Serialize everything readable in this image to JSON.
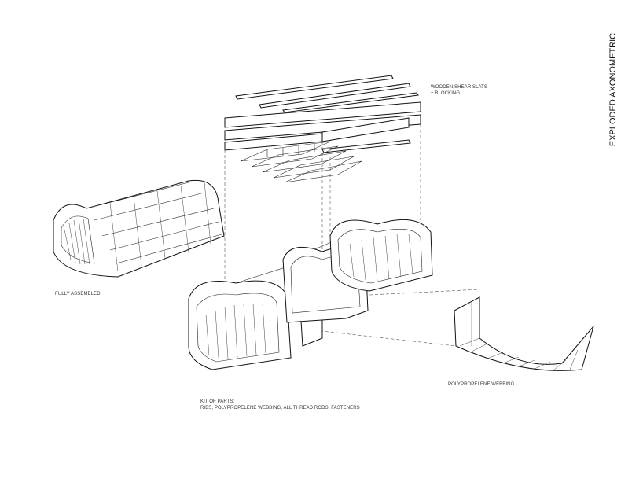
{
  "title": "EXPLODED AXONOMETRIC",
  "labels": {
    "slats_line1": "WOODEN SHEAR SLATS",
    "slats_line2": "+ BLOCKING",
    "assembled": "FULLY ASSEMBLED",
    "webbing": "POLYPROPELENE WEBBING",
    "kit_line1": "KIT OF PARTS:",
    "kit_line2": "RIBS, POLYPROPELENE WEBBING, ALL THREAD RODS, FASTENERS"
  }
}
